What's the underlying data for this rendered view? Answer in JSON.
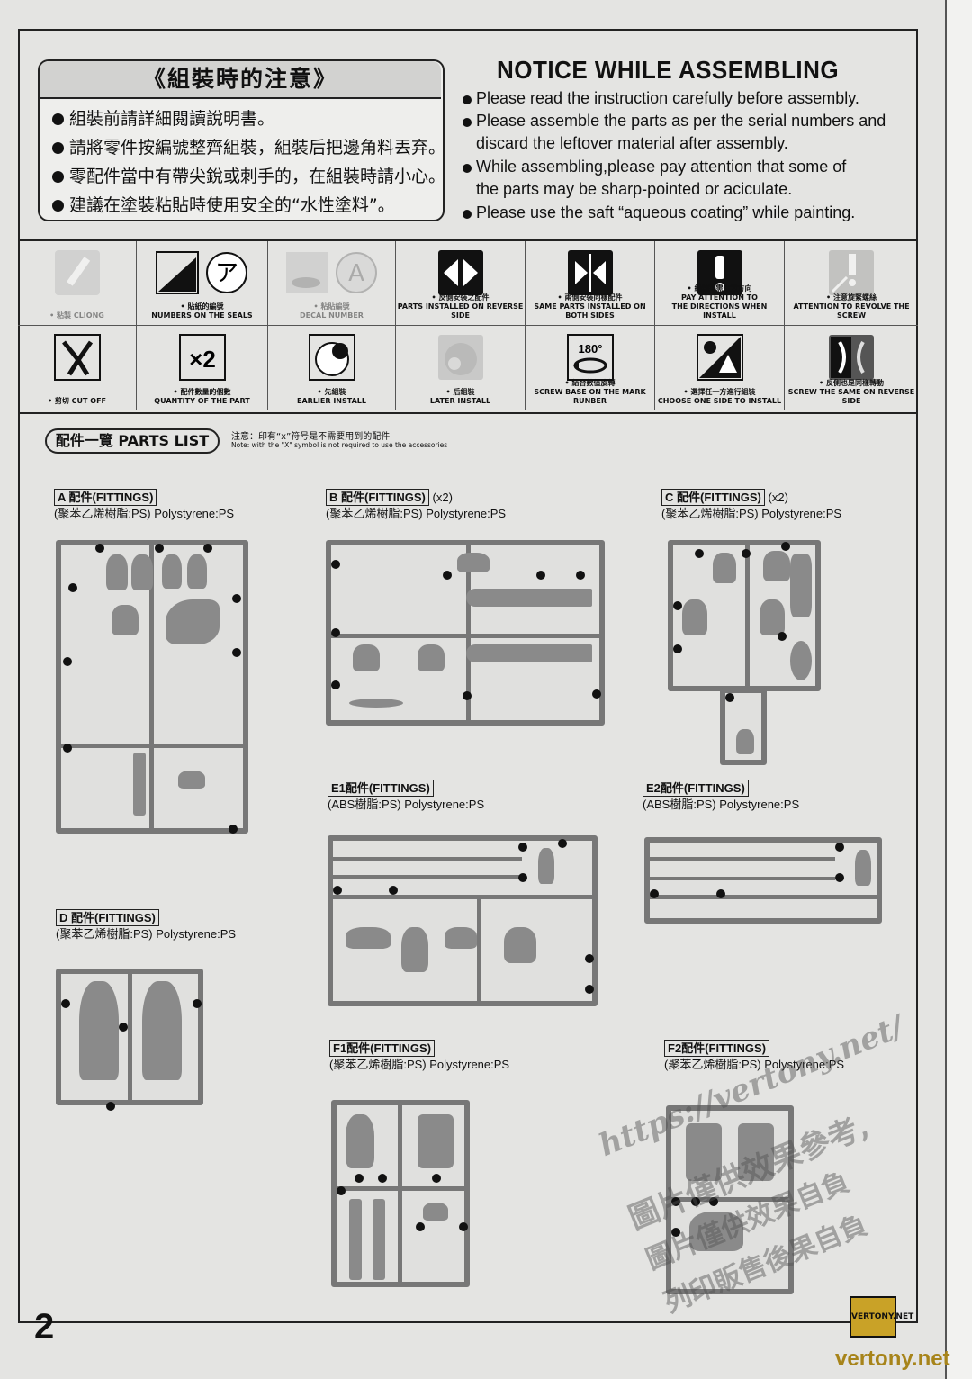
{
  "notice": {
    "jp_title": "《組裝時的注意》",
    "jp_items": [
      "組裝前請詳細閱讀說明書。",
      "請將零件按編號整齊組裝，組裝后把邊角料丟弃。",
      "零配件當中有帶尖銳或刺手的，在組裝時請小心。",
      "建議在塗裝粘貼時使用安全的“水性塗料”。"
    ],
    "en_title": "NOTICE WHILE ASSEMBLING",
    "en_items": [
      "Please read the instruction carefully before assembly.",
      "Please assemble the parts as per the serial numbers and",
      "discard the leftover material after assembly.",
      "While assembling,please pay attention that some of",
      "the parts may be sharp-pointed or aciculate.",
      "Please use the saft “aqueous coating” while painting."
    ]
  },
  "icons": {
    "row1": [
      {
        "icon": "glue-brush-icon",
        "lines": [
          "• 粘製 CLIONG"
        ]
      },
      {
        "icon": "seal-number-icon",
        "glyph": "ア",
        "lines": [
          "• 貼紙的編號",
          "NUMBERS ON THE SEALS"
        ]
      },
      {
        "icon": "decal-number-icon",
        "glyph": "A",
        "lines": [
          "• 粘貼編號",
          "DECAL NUMBER"
        ]
      },
      {
        "icon": "reverse-side-icon",
        "lines": [
          "• 反側安裝之配件",
          "PARTS INSTALLED ON REVERSE SIDE"
        ]
      },
      {
        "icon": "both-sides-icon",
        "lines": [
          "• 兩側安裝同樣配件",
          "SAME PARTS INSTALLED ON BOTH SIDES"
        ]
      },
      {
        "icon": "exclamation-icon",
        "lines": [
          "• 組裝時需注意方向",
          "PAY ATTENTION TO",
          "THE DIRECTIONS WHEN INSTALL"
        ]
      },
      {
        "icon": "screw-attention-icon",
        "lines": [
          "• 注意旋緊螺絲",
          "ATTENTION TO REVOLVE THE SCREW"
        ]
      }
    ],
    "row2": [
      {
        "icon": "nipper-cut-icon",
        "lines": [
          "• 剪切 CUT OFF"
        ]
      },
      {
        "icon": "quantity-x2-icon",
        "glyph": "×2",
        "lines": [
          "• 配件數量的個數",
          "QUANTITY OF THE PART"
        ]
      },
      {
        "icon": "earlier-install-icon",
        "lines": [
          "• 先組裝",
          "EARLIER INSTALL"
        ]
      },
      {
        "icon": "later-install-icon",
        "lines": [
          "• 后組裝",
          "LATER INSTALL"
        ]
      },
      {
        "icon": "rotate-180-icon",
        "glyph": "180°",
        "lines": [
          "• 結合數值旋轉",
          "SCREW BASE ON THE MARK RUNBER"
        ]
      },
      {
        "icon": "choose-side-icon",
        "lines": [
          "• 選擇任一方進行組裝",
          "CHOOSE ONE SIDE TO INSTALL"
        ]
      },
      {
        "icon": "reverse-screw-icon",
        "lines": [
          "• 反側也是同樣轉動",
          "SCREW THE SAME ON REVERSE SIDE"
        ]
      }
    ]
  },
  "parts_list": {
    "title": "配件一覽 PARTS LIST",
    "note_cn": "注意：印有“x”符号是不需要用到的配件",
    "note_en": "Note: with the \"X\" symbol is not required to use the accessories",
    "sections": {
      "A": {
        "tag": "A 配件(FITTINGS)",
        "qty": "",
        "mat": "(聚苯乙烯樹脂:PS) Polystyrene:PS"
      },
      "B": {
        "tag": "B 配件(FITTINGS)",
        "qty": "(x2)",
        "mat": "(聚苯乙烯樹脂:PS) Polystyrene:PS"
      },
      "C": {
        "tag": "C 配件(FITTINGS)",
        "qty": "(x2)",
        "mat": "(聚苯乙烯樹脂:PS) Polystyrene:PS"
      },
      "D": {
        "tag": "D 配件(FITTINGS)",
        "qty": "",
        "mat": "(聚苯乙烯樹脂:PS) Polystyrene:PS"
      },
      "E1": {
        "tag": "E1配件(FITTINGS)",
        "qty": "",
        "mat": "(ABS樹脂:PS) Polystyrene:PS"
      },
      "E2": {
        "tag": "E2配件(FITTINGS)",
        "qty": "",
        "mat": "(ABS樹脂:PS) Polystyrene:PS"
      },
      "F1": {
        "tag": "F1配件(FITTINGS)",
        "qty": "",
        "mat": "(聚苯乙烯樹脂:PS) Polystyrene:PS"
      },
      "F2": {
        "tag": "F2配件(FITTINGS)",
        "qty": "",
        "mat": "(聚苯乙烯樹脂:PS) Polystyrene:PS"
      }
    }
  },
  "page_number": "2",
  "watermark": {
    "url": "https://vertony.net/",
    "line2": "圖片僅供效果參考,",
    "line3": "圖片僅供效果自負",
    "line4": "列印販售後果自負",
    "logo": "VERTONY.NET",
    "site": "vertony.net"
  }
}
